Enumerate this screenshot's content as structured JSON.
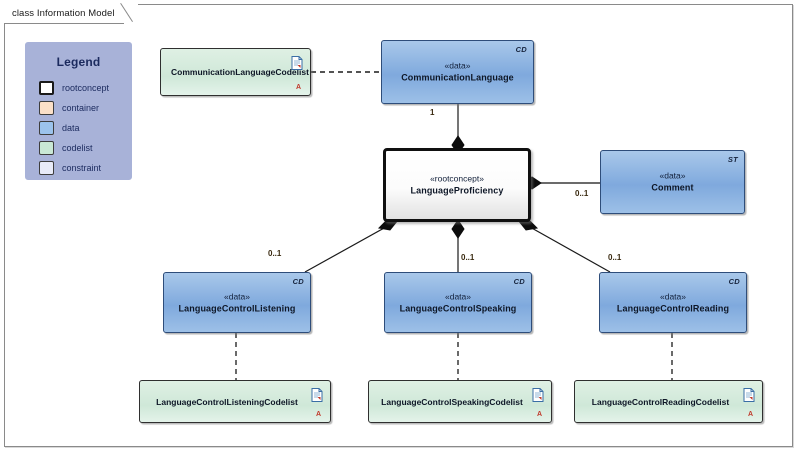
{
  "frame": {
    "tab_label": "class Information Model"
  },
  "legend": {
    "title": "Legend",
    "items": [
      {
        "label": "rootconcept",
        "color": "#ffffff",
        "swatch": "rootconcept-swatch"
      },
      {
        "label": "container",
        "color": "#fbe0c8",
        "swatch": "container-swatch"
      },
      {
        "label": "data",
        "color": "#9cc3ec",
        "swatch": "data-swatch"
      },
      {
        "label": "codelist",
        "color": "#c9e8d5",
        "swatch": "codelist-swatch"
      },
      {
        "label": "constraint",
        "color": "#e8ebf8",
        "swatch": "constraint-swatch"
      }
    ]
  },
  "nodes": {
    "communication_language_codelist": {
      "name": "CommunicationLanguageCodelist",
      "kind": "codelist",
      "marker": "A"
    },
    "communication_language": {
      "stereotype": "«data»",
      "name": "CommunicationLanguage",
      "tag": "CD",
      "kind": "data"
    },
    "language_proficiency": {
      "stereotype": "«rootconcept»",
      "name": "LanguageProficiency",
      "tag": "",
      "kind": "rootconcept"
    },
    "comment": {
      "stereotype": "«data»",
      "name": "Comment",
      "tag": "ST",
      "kind": "data"
    },
    "language_control_listening": {
      "stereotype": "«data»",
      "name": "LanguageControlListening",
      "tag": "CD",
      "kind": "data"
    },
    "language_control_speaking": {
      "stereotype": "«data»",
      "name": "LanguageControlSpeaking",
      "tag": "CD",
      "kind": "data"
    },
    "language_control_reading": {
      "stereotype": "«data»",
      "name": "LanguageControlReading",
      "tag": "CD",
      "kind": "data"
    },
    "language_control_listening_codelist": {
      "name": "LanguageControlListeningCodelist",
      "kind": "codelist",
      "marker": "A"
    },
    "language_control_speaking_codelist": {
      "name": "LanguageControlSpeakingCodelist",
      "kind": "codelist",
      "marker": "A"
    },
    "language_control_reading_codelist": {
      "name": "LanguageControlReadingCodelist",
      "kind": "codelist",
      "marker": "A"
    }
  },
  "connectors": {
    "communication_language_multiplicity": "1",
    "comment_multiplicity": "0..1",
    "listening_multiplicity": "0..1",
    "speaking_multiplicity": "0..1",
    "reading_multiplicity": "0..1"
  },
  "colors": {
    "legend_background": "#a8b2d8",
    "data_fill": "#9cc3ec",
    "codelist_fill": "#d7ecdf",
    "rootconcept_fill": "#ffffff",
    "frame_border": "#8a8a8a",
    "marker_red": "#c0392b"
  }
}
